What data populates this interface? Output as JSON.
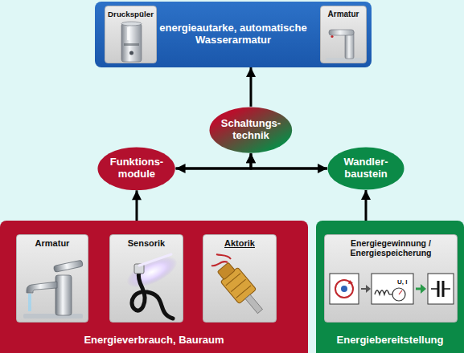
{
  "diagram": {
    "nodes": [
      {
        "text": [
          "energieautarke, automatische Wasserarmatur"
        ]
      },
      {
        "text": [
          "Druckspüler"
        ],
        "in": 0
      },
      {
        "text": [
          "Armatur"
        ],
        "in": 0
      },
      {
        "text": [
          "Schaltungs- technik"
        ]
      },
      {
        "text": [
          "Funktions- module"
        ]
      },
      {
        "text": [
          "Wandler- baustein"
        ]
      },
      {
        "text": [
          "Energieverbrauch, Bauraum"
        ]
      },
      {
        "text": [
          "Armatur"
        ],
        "in": 6
      },
      {
        "text": [
          "Sensorik"
        ],
        "in": 6
      },
      {
        "text": [
          "Aktorik"
        ],
        "in": 6
      },
      {
        "text": [
          "Energiebereitstellung"
        ]
      },
      {
        "text": [
          "Energiegewinnung / Energiespeicherung"
        ],
        "in": 10
      }
    ],
    "edges": [
      {
        "from": 3,
        "to": 0,
        "arrow": "to"
      },
      {
        "from": 4,
        "to": 5,
        "arrow": "both"
      },
      {
        "from": 4,
        "to": 3,
        "arrow": "to"
      },
      {
        "from": 5,
        "to": 3,
        "arrow": "to"
      },
      {
        "from": 6,
        "to": 4,
        "arrow": "to"
      },
      {
        "from": 10,
        "to": 5,
        "arrow": "to"
      }
    ],
    "labels": [
      "U, I"
    ]
  }
}
